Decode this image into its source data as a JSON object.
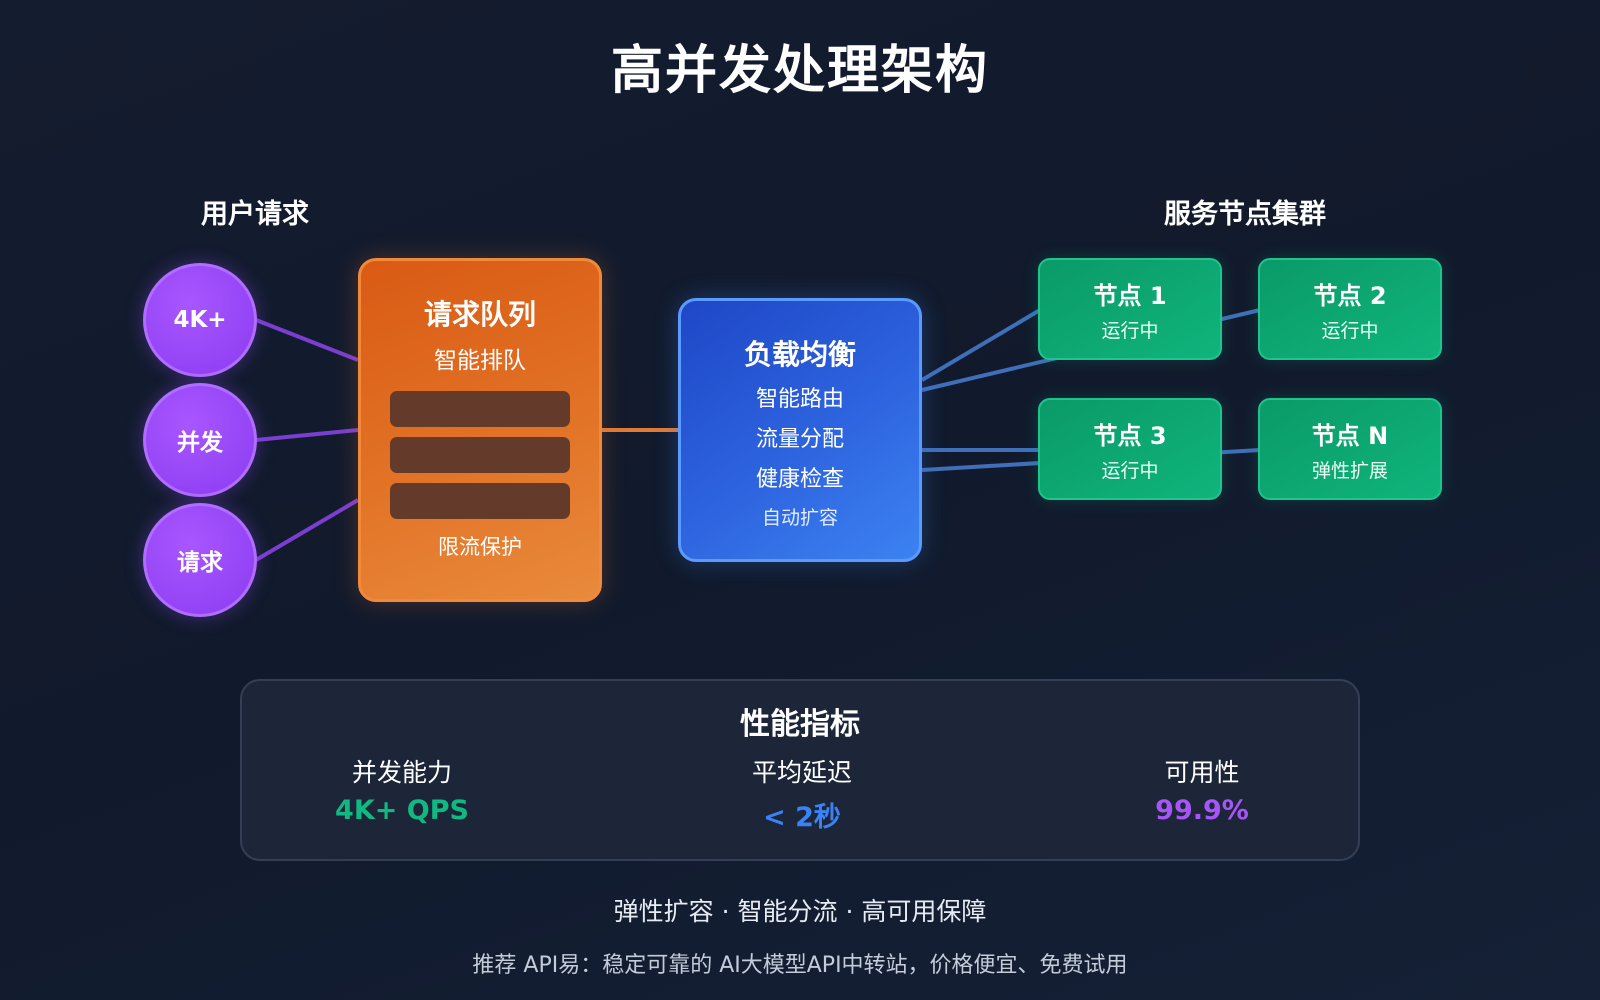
{
  "title": "高并发处理架构",
  "user_section": {
    "label": "用户请求",
    "circles": [
      "4K+",
      "并发",
      "请求"
    ]
  },
  "queue": {
    "title": "请求队列",
    "subtitle": "智能排队",
    "footer": "限流保护"
  },
  "load_balancer": {
    "title": "负载均衡",
    "items": [
      "智能路由",
      "流量分配",
      "健康检查",
      "自动扩容"
    ]
  },
  "cluster": {
    "label": "服务节点集群",
    "nodes": [
      {
        "name": "节点 1",
        "status": "运行中"
      },
      {
        "name": "节点 2",
        "status": "运行中"
      },
      {
        "name": "节点 3",
        "status": "运行中"
      },
      {
        "name": "节点 N",
        "status": "弹性扩展"
      }
    ]
  },
  "metrics": {
    "title": "性能指标",
    "items": [
      {
        "label": "并发能力",
        "value": "4K+ QPS",
        "color": "#10b981"
      },
      {
        "label": "平均延迟",
        "value": "< 2秒",
        "color": "#3b82f6"
      },
      {
        "label": "可用性",
        "value": "99.9%",
        "color": "#a855f7"
      }
    ]
  },
  "tagline": "弹性扩容 · 智能分流 · 高可用保障",
  "recommend": "推荐 API易：稳定可靠的 AI大模型API中转站，价格便宜、免费试用",
  "colors": {
    "user": "#9b4dff",
    "queue": "#e2732a",
    "balancer": "#3b82f6",
    "node": "#10b981",
    "user_link": "#7a3fd0",
    "queue_link": "#e07a34",
    "node_link": "#3f6fb8"
  }
}
